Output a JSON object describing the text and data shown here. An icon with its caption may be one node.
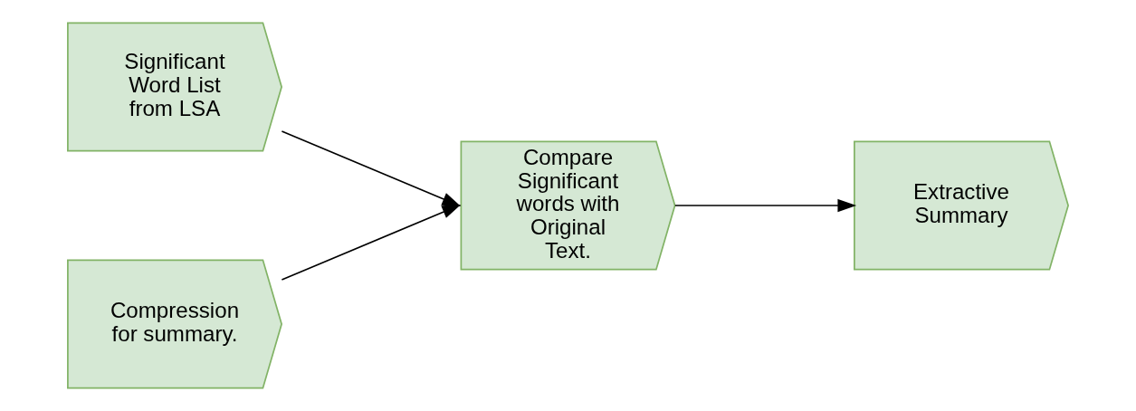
{
  "diagram": {
    "nodes": [
      {
        "text": [
          "Significant Word List from LSA"
        ]
      },
      {
        "text": [
          "Compression for summary."
        ]
      },
      {
        "text": [
          "Compare Significant words with Original Text."
        ]
      },
      {
        "text": [
          "Extractive Summary"
        ]
      }
    ],
    "edges": [
      {
        "from": 0,
        "to": 2,
        "arrow": "to"
      },
      {
        "from": 1,
        "to": 2,
        "arrow": "to"
      },
      {
        "from": 2,
        "to": 3,
        "arrow": "to"
      }
    ]
  }
}
